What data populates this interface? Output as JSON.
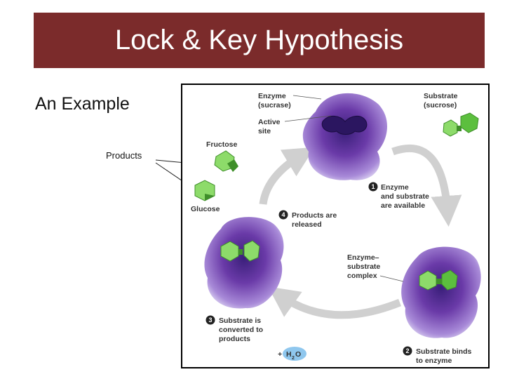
{
  "slide": {
    "title": "Lock & Key Hypothesis",
    "subtitle": "An Example",
    "products_label": "Products"
  },
  "diagram": {
    "labels": {
      "enzyme": [
        "Enzyme",
        "(sucrase)"
      ],
      "active_site": [
        "Active",
        "site"
      ],
      "substrate": [
        "Substrate",
        "(sucrose)"
      ],
      "fructose": "Fructose",
      "glucose": "Glucose",
      "complex": [
        "Enzyme–",
        "substrate",
        "complex"
      ],
      "water_plus": "+",
      "water_h": "H",
      "water_sub": "2",
      "water_o": "O"
    },
    "steps": [
      {
        "number": "1",
        "lines": [
          "Enzyme",
          "and substrate",
          "are available"
        ]
      },
      {
        "number": "2",
        "lines": [
          "Substrate binds",
          "to enzyme"
        ]
      },
      {
        "number": "3",
        "lines": [
          "Substrate is",
          "converted to",
          "products"
        ]
      },
      {
        "number": "4",
        "lines": [
          "Products are",
          "released"
        ]
      }
    ]
  },
  "colors": {
    "title_bar": "#7b2b2b",
    "enzyme_purple": "#6a3aa8",
    "substrate_green": "#5cbf3e",
    "arrow_gray": "#d0d0d0",
    "water_blue": "#8fc7ee"
  }
}
